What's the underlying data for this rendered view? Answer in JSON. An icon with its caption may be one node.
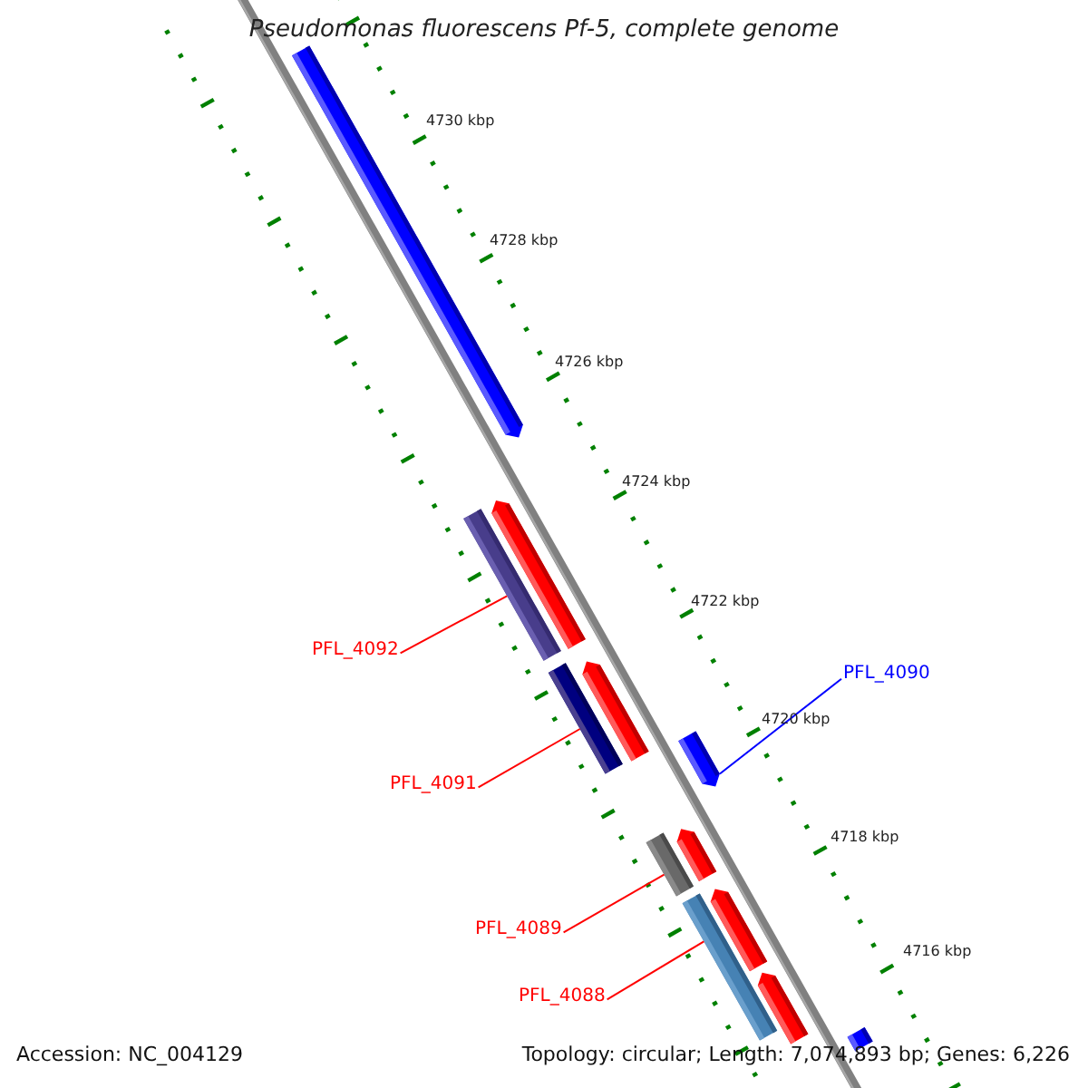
{
  "diagram": {
    "title": "Pseudomonas fluorescens Pf-5, complete genome",
    "nodes": [
      {
        "text": [],
        "shape": "bar"
      },
      {
        "text": [],
        "shape": "bar"
      },
      {
        "text": [],
        "shape": "bar"
      },
      {
        "text": [
          "PFL_4092"
        ]
      },
      {
        "text": [],
        "shape": "bar"
      },
      {
        "text": [],
        "shape": "bar"
      },
      {
        "text": [
          "PFL_4090"
        ]
      },
      {
        "text": [],
        "shape": "bar"
      },
      {
        "text": [
          "PFL_4091"
        ]
      },
      {
        "text": [],
        "shape": "bar"
      },
      {
        "text": [],
        "shape": "bar"
      },
      {
        "text": [
          "PFL_4089"
        ]
      },
      {
        "text": [],
        "shape": "bar"
      },
      {
        "text": [],
        "shape": "bar"
      },
      {
        "text": [
          "PFL_4088"
        ]
      },
      {
        "text": [],
        "shape": "bar"
      },
      {
        "text": [],
        "shape": "bar"
      }
    ],
    "edges": [
      {
        "from": 3,
        "to": 2,
        "arrow": "none"
      },
      {
        "from": 6,
        "to": 7,
        "arrow": "none",
        "color": "#0000ff"
      },
      {
        "from": 8,
        "to": 5,
        "arrow": "none"
      },
      {
        "from": 11,
        "to": 10,
        "arrow": "none"
      },
      {
        "from": 14,
        "to": 13,
        "arrow": "none"
      }
    ],
    "labels": [
      "4730 kbp",
      "4728 kbp",
      "4726 kbp",
      "4724 kbp",
      "4722 kbp",
      "4720 kbp",
      "4718 kbp",
      "4716 kbp",
      "Accession: NC_004129",
      "Topology: circular; Length: 7,074,893 bp; Genes: 6,226"
    ]
  }
}
